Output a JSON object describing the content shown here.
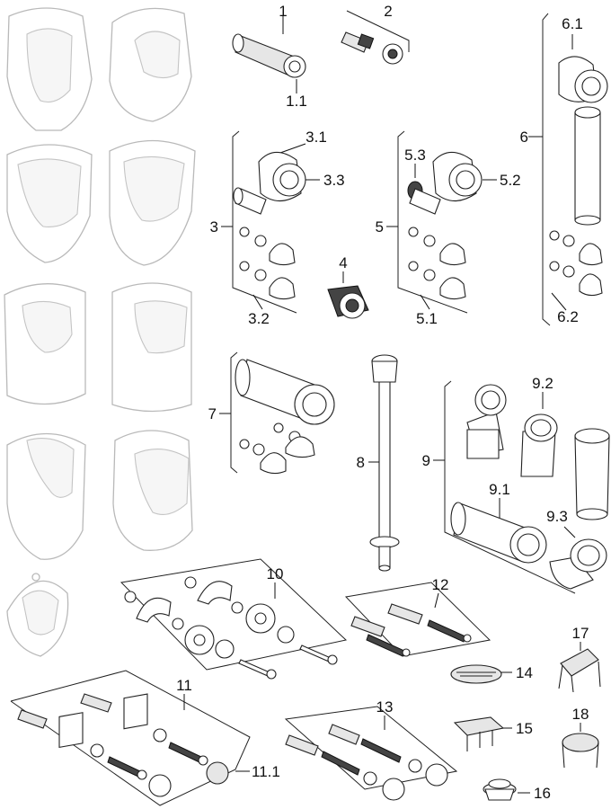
{
  "labels": {
    "l1": "1",
    "l1_1": "1.1",
    "l2": "2",
    "l3": "3",
    "l3_1": "3.1",
    "l3_2": "3.2",
    "l3_3": "3.3",
    "l4": "4",
    "l5": "5",
    "l5_1": "5.1",
    "l5_2": "5.2",
    "l5_3": "5.3",
    "l6": "6",
    "l6_1": "6.1",
    "l6_2": "6.2",
    "l7": "7",
    "l8": "8",
    "l9": "9",
    "l9_1": "9.1",
    "l9_2": "9.2",
    "l9_3": "9.3",
    "l10": "10",
    "l11": "11",
    "l11_1": "11.1",
    "l12": "12",
    "l13": "13",
    "l14": "14",
    "l15": "15",
    "l16": "16",
    "l17": "17",
    "l18": "18"
  }
}
